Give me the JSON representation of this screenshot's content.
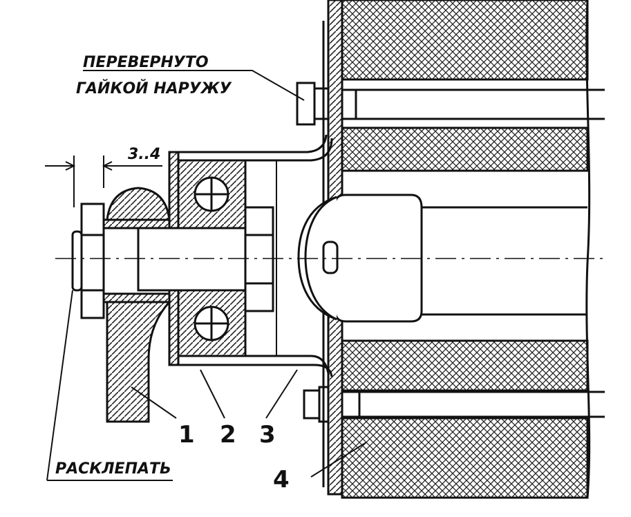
{
  "annotations": {
    "flipped_line1": "ПЕРЕВЕРНУТО",
    "flipped_line2": "ГАЙКОЙ НАРУЖУ",
    "rivet": "РАСКЛЕПАТЬ",
    "gap_dimension": "3..4"
  },
  "part_numbers": [
    "1",
    "2",
    "3",
    "4"
  ],
  "colors": {
    "ink": "#111111",
    "paper": "#ffffff"
  }
}
